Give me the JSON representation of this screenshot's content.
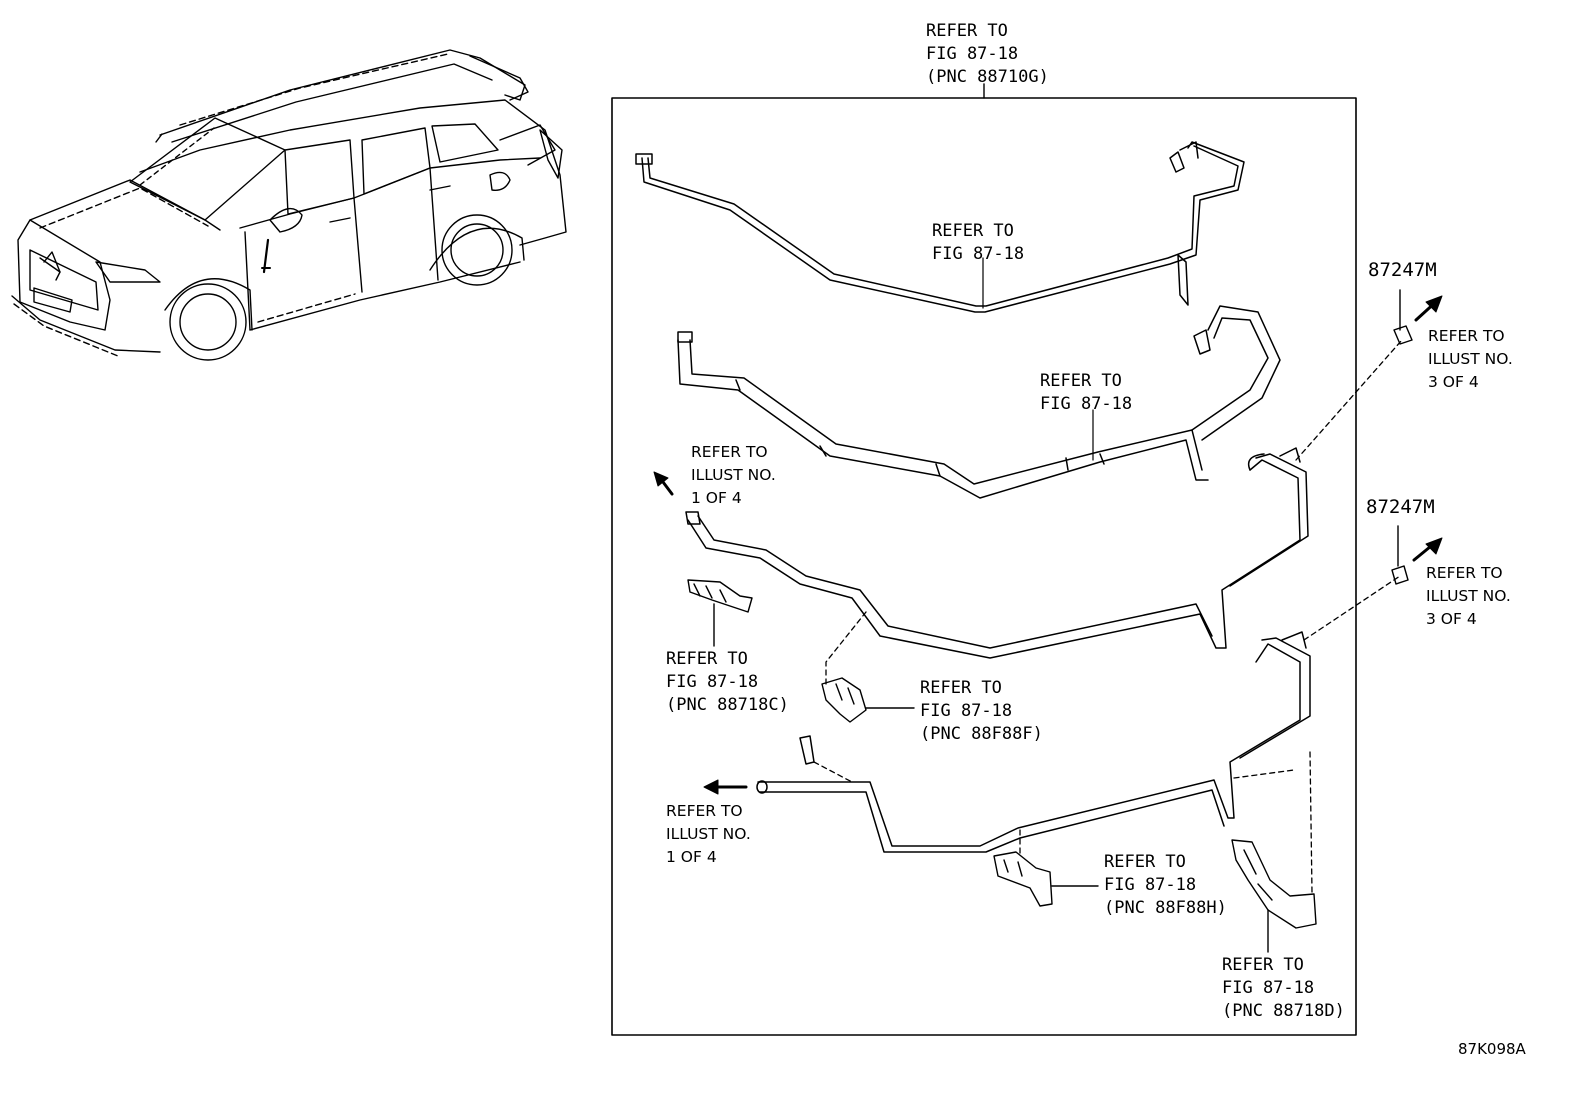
{
  "labels": {
    "top_ref": "REFER TO\nFIG 87-18\n(PNC 88710G)",
    "upper_pipe_ref": "REFER TO\nFIG 87-18",
    "middle_hose_ref": "REFER TO\nFIG 87-18",
    "illust1_upper": "REFER TO\nILLUST NO.\n1 OF 4",
    "illust3_upper": "REFER TO\nILLUST NO.\n3 OF 4",
    "illust3_lower": "REFER TO\nILLUST NO.\n3 OF 4",
    "illust1_lower": "REFER TO\nILLUST NO.\n1 OF 4",
    "clamp_c_ref": "REFER TO\nFIG 87-18\n(PNC 88718C)",
    "clamp_f_ref": "REFER TO\nFIG 87-18\n(PNC 88F88F)",
    "clamp_h_ref": "REFER TO\nFIG 87-18\n(PNC 88F88H)",
    "clamp_d_ref": "REFER TO\nFIG 87-18\n(PNC 88718D)"
  },
  "part_numbers": [
    "87247M",
    "87247M"
  ],
  "figure_code": "87K098A"
}
